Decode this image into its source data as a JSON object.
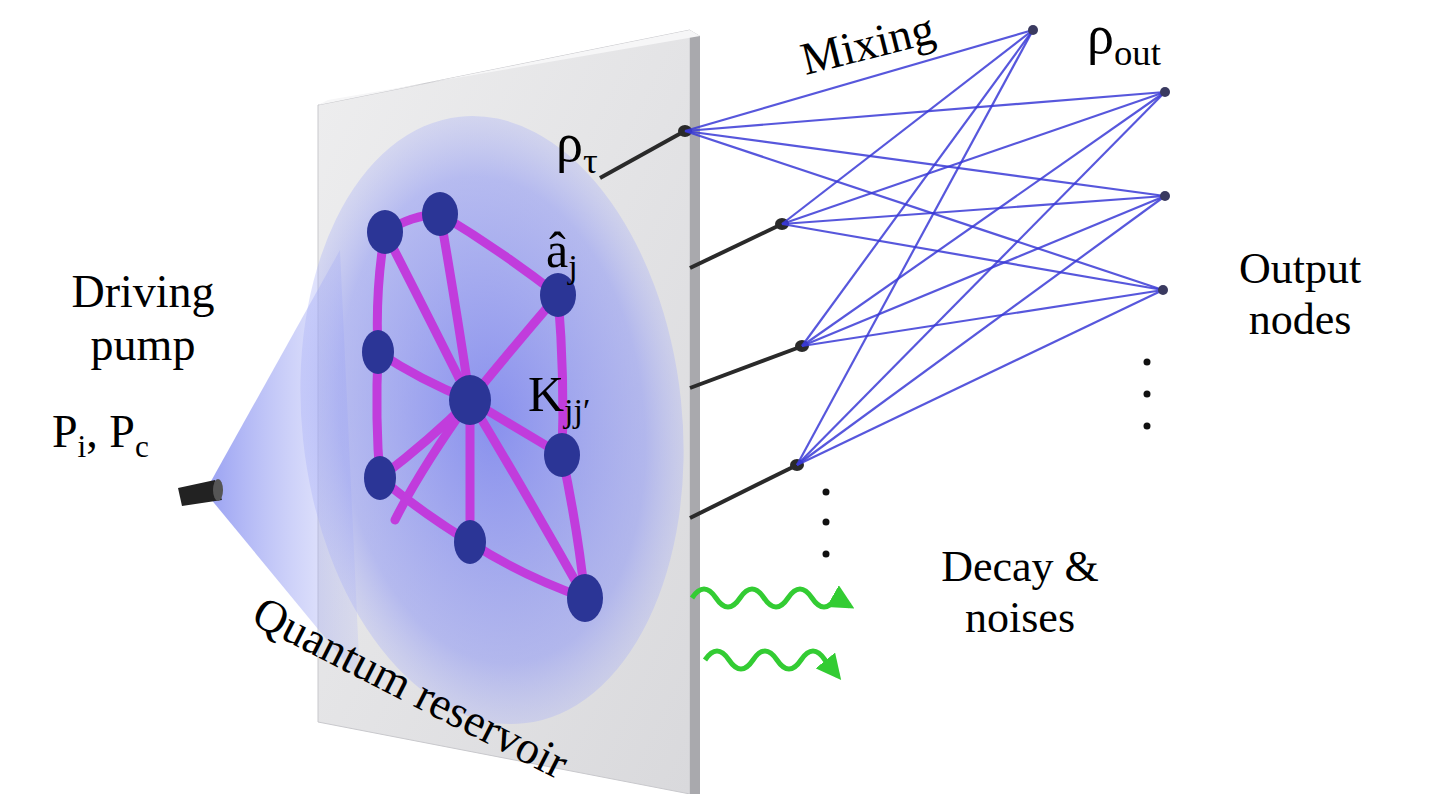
{
  "diagram": {
    "labels": [
      "Mixing",
      "ρout",
      "ρτ",
      "âj",
      "Kjj′",
      "Driving pump",
      "Pi, Pc",
      "Output nodes",
      "Decay & noises",
      "Quantum reservoir"
    ]
  }
}
